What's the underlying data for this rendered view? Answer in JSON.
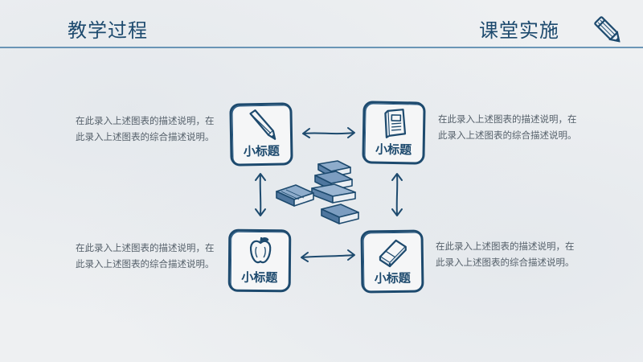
{
  "header": {
    "left_title": "教学过程",
    "right_title": "课堂实施"
  },
  "nodes": [
    {
      "label": "小标题",
      "icon": "pencil-icon"
    },
    {
      "label": "小标题",
      "icon": "notebook-icon"
    },
    {
      "label": "小标题",
      "icon": "apple-icon"
    },
    {
      "label": "小标题",
      "icon": "eraser-icon"
    }
  ],
  "descriptions": [
    {
      "line1": "在此录入上述图表的描述说明，在",
      "line2": "此录入上述图表的综合描述说明。"
    },
    {
      "line1": "在此录入上述图表的描述说明，在",
      "line2": "此录入上述图表的综合描述说明。"
    },
    {
      "line1": "在此录入上述图表的描述说明，在",
      "line2": "此录入上述图表的综合描述说明。"
    },
    {
      "line1": "在此录入上述图表的描述说明，在",
      "line2": "此录入上述图表的综合描述说明。"
    }
  ],
  "colors": {
    "primary": "#1d4a6e",
    "background": "#eef0f2",
    "text_gray": "#55606a"
  }
}
